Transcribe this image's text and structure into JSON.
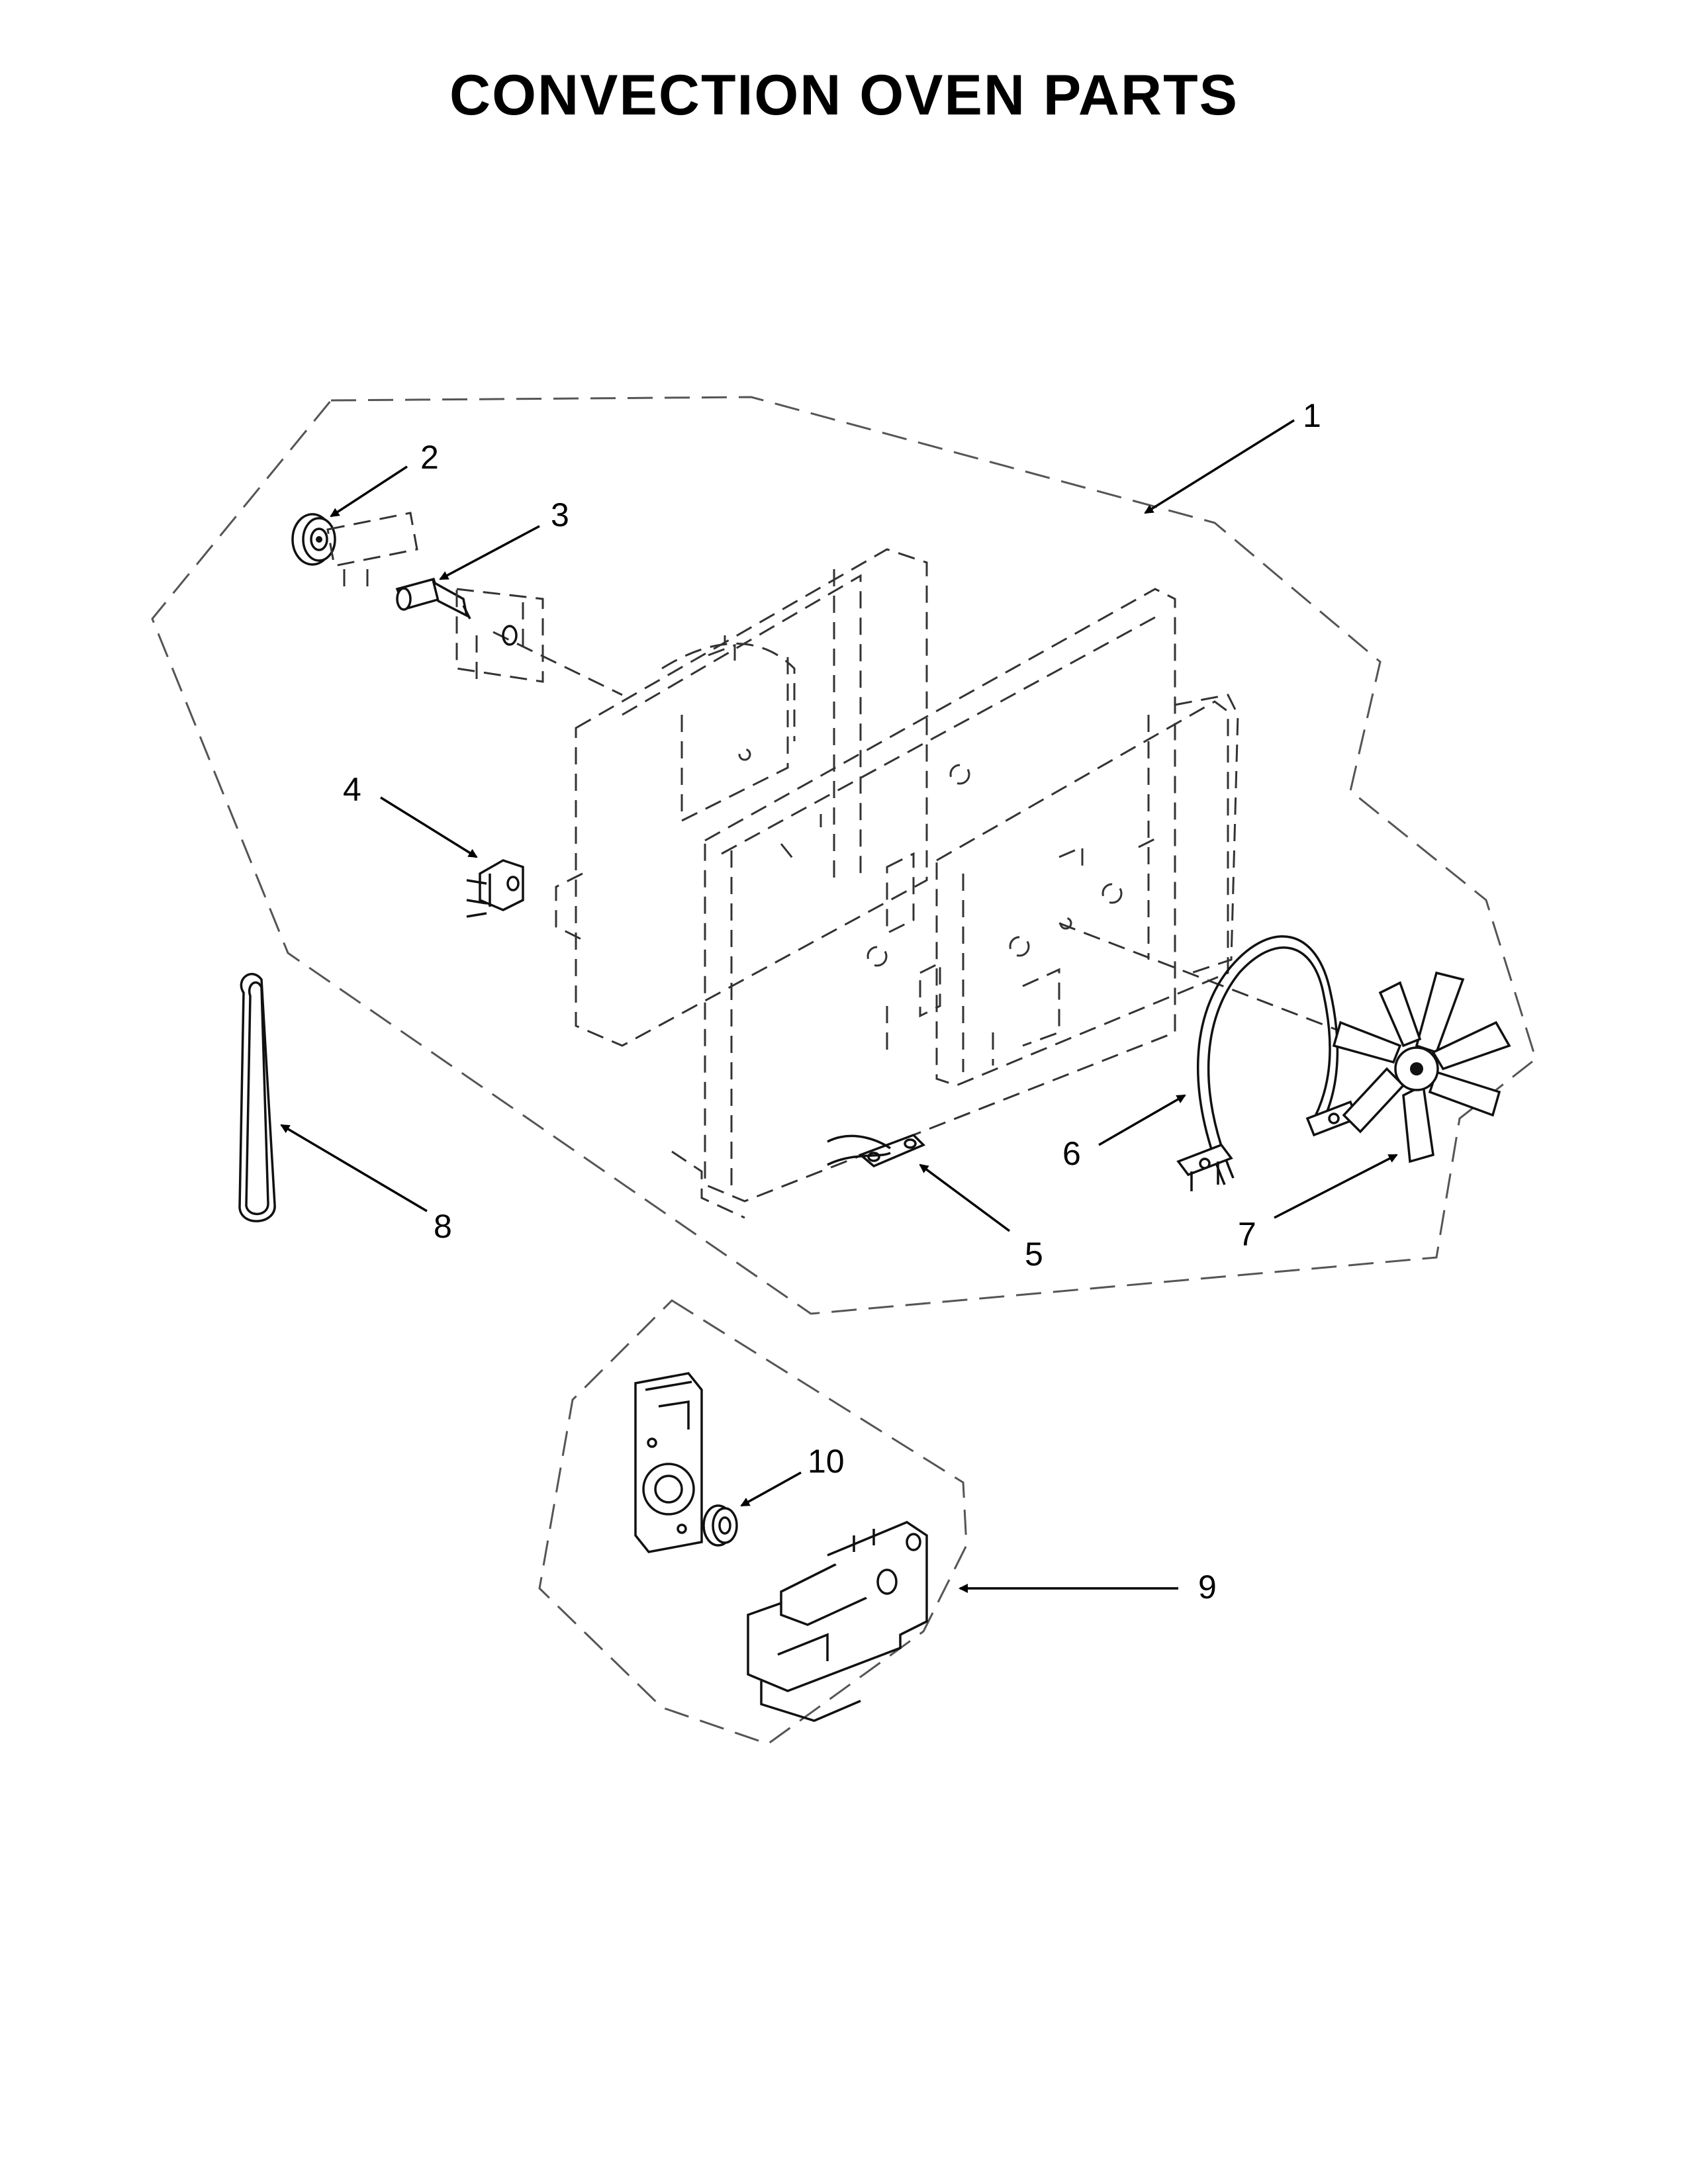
{
  "title": "CONVECTION OVEN PARTS",
  "callouts": {
    "c1": "1",
    "c2": "2",
    "c3": "3",
    "c4": "4",
    "c5": "5",
    "c6": "6",
    "c7": "7",
    "c8": "8",
    "c9": "9",
    "c10": "10"
  }
}
